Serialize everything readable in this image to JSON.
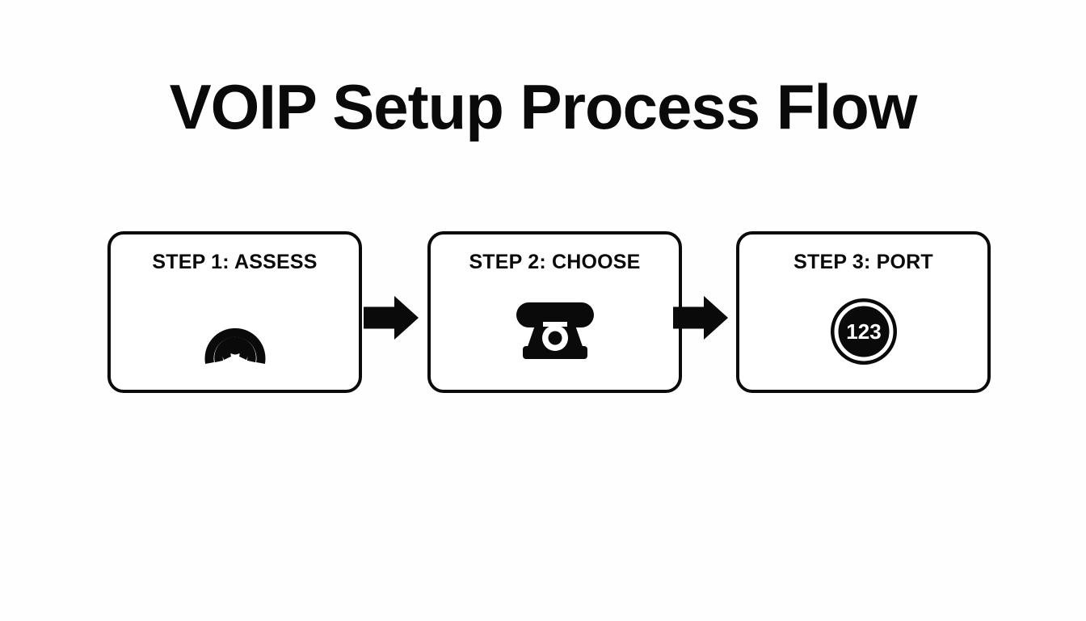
{
  "page": {
    "title": "VOIP Setup Process Flow",
    "background_color": "#fefefe",
    "ink_color": "#0a0a0a"
  },
  "flow": {
    "steps": [
      {
        "label": "STEP 1: ASSESS",
        "icon": "signal-waves-icon"
      },
      {
        "label": "STEP 2: CHOOSE",
        "icon": "rotary-telephone-icon"
      },
      {
        "label": "STEP 3: PORT",
        "icon": "number-badge-icon",
        "badge_text": "123"
      }
    ],
    "connectors": [
      {
        "icon": "arrow-right-icon"
      },
      {
        "icon": "arrow-right-icon"
      }
    ]
  }
}
